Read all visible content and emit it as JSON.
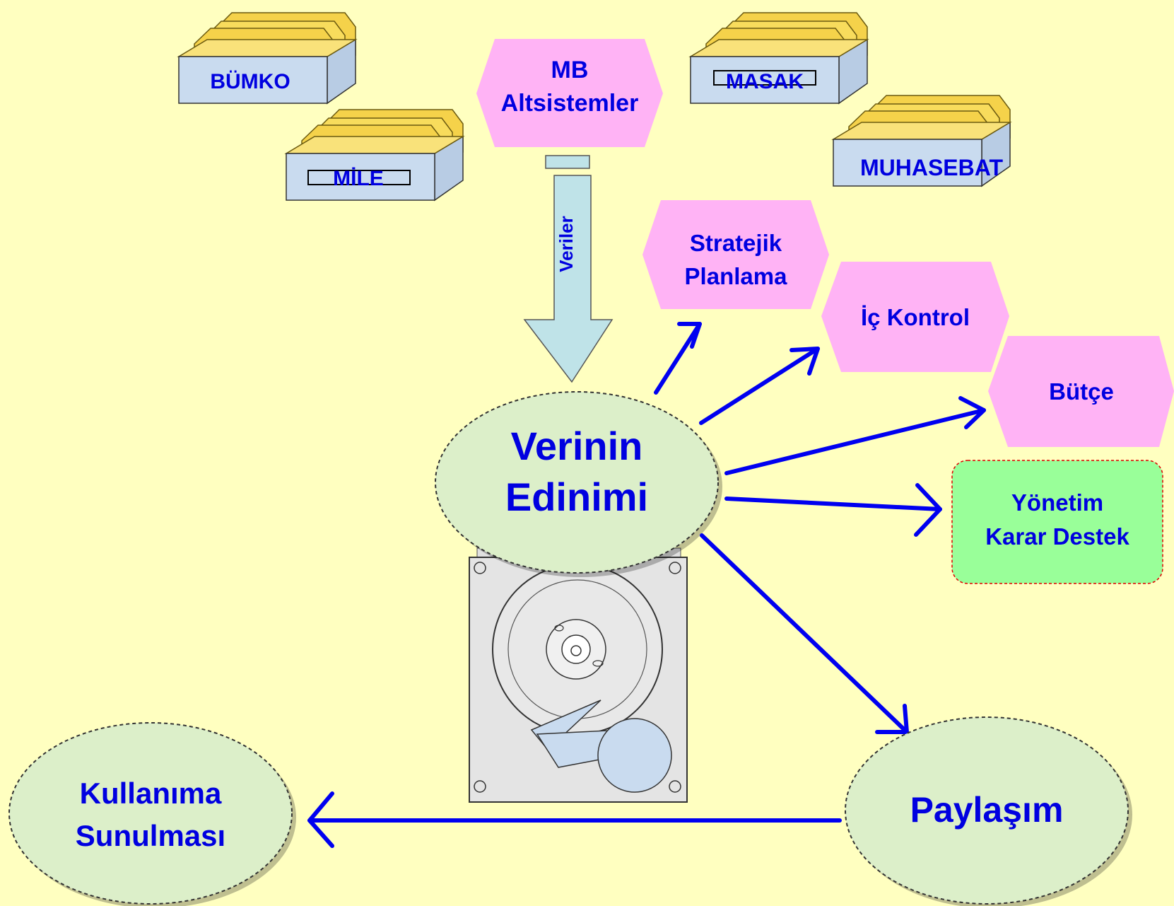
{
  "colors": {
    "background": "#FFFFC0",
    "text": "#0000E0",
    "arrow": "#0000F0",
    "hexagon": "#FFB3F5",
    "ellipse": "#DCEFC9",
    "decision_box": "#99FF99",
    "folder_box": "#C9DBEF",
    "folder_tab": "#F5D24A",
    "data_arrow": "#BFE3E8"
  },
  "sources": {
    "bumko": "BÜMKO",
    "mile": "MİLE",
    "masak": "MASAK",
    "muhasebat": "MUHASEBAT"
  },
  "mb": {
    "line1": "MB",
    "line2": "Altsistemler"
  },
  "data_arrow_label": "Veriler",
  "center": {
    "line1": "Verinin",
    "line2": "Edinimi"
  },
  "targets": {
    "stratejik": {
      "line1": "Stratejik",
      "line2": "Planlama"
    },
    "ic_kontrol": "İç Kontrol",
    "butce": "Bütçe",
    "yonetim": {
      "line1": "Yönetim",
      "line2": "Karar Destek"
    }
  },
  "paylasim": "Paylaşım",
  "kullanima": {
    "line1": "Kullanıma",
    "line2": "Sunulması"
  },
  "icons": {
    "folder": "file-cabinet-icon",
    "disk": "hard-disk-icon"
  }
}
